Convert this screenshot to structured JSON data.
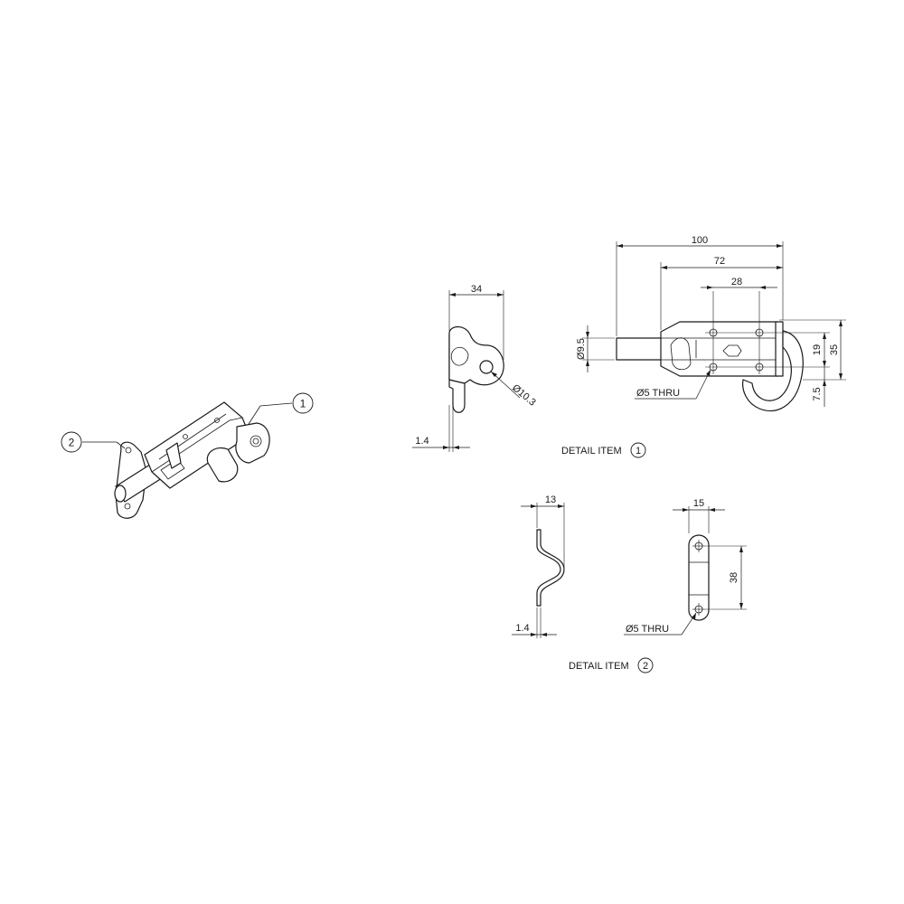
{
  "iso_view": {
    "balloon_1": "1",
    "balloon_2": "2"
  },
  "detail_item_1": {
    "caption": "DETAIL ITEM",
    "caption_num": "1",
    "side_view": {
      "width": "34",
      "hole_dia": "Ø10.3",
      "thickness": "1.4"
    },
    "front_view": {
      "overall_length": "100",
      "length_72": "72",
      "hole_spacing": "28",
      "bolt_dia": "Ø9.5",
      "height_19": "19",
      "height_35": "35",
      "offset_7_5": "7.5",
      "hole_callout": "Ø5 THRU"
    }
  },
  "detail_item_2": {
    "caption": "DETAIL ITEM",
    "caption_num": "2",
    "side_view": {
      "depth": "13",
      "thickness": "1.4"
    },
    "front_view": {
      "width": "15",
      "hole_spacing": "38",
      "hole_callout": "Ø5 THRU"
    }
  }
}
